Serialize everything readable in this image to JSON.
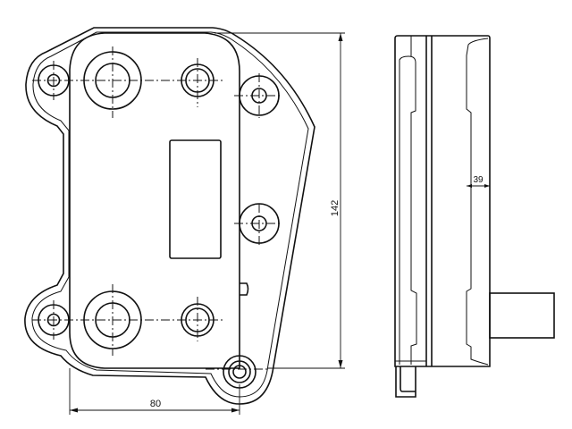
{
  "drawing": {
    "front_view": {
      "width_dimension": "80",
      "height_dimension": "142"
    },
    "side_view": {
      "depth_dimension": "39"
    },
    "colors": {
      "line": "#111111",
      "background": "#ffffff"
    }
  }
}
